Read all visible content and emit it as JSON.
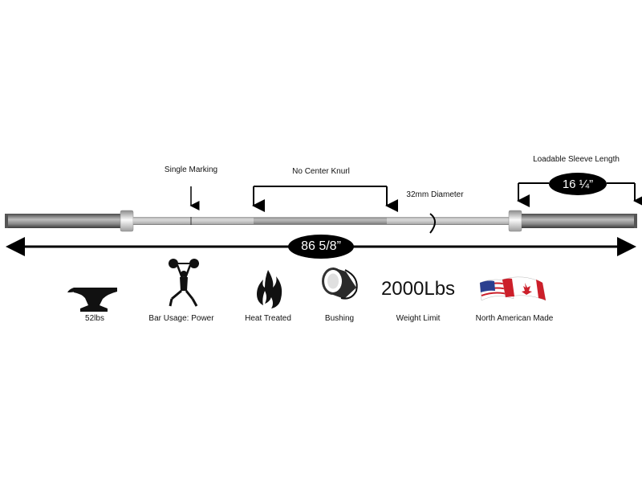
{
  "annotations": {
    "single_marking": "Single Marking",
    "no_center_knurl": "No Center Knurl",
    "diameter": "32mm Diameter",
    "sleeve_length_label": "Loadable Sleeve Length",
    "sleeve_length_value": "16 ¼”",
    "total_length_value": "86 5/8”"
  },
  "features": [
    {
      "icon": "anvil-icon",
      "label": "52lbs"
    },
    {
      "icon": "weightlifter-icon",
      "label": "Bar Usage: Power"
    },
    {
      "icon": "flame-icon",
      "label": "Heat Treated"
    },
    {
      "icon": "bushing-icon",
      "label": "Bushing"
    },
    {
      "icon": "weight-limit-text",
      "value": "2000Lbs",
      "label": "Weight Limit"
    },
    {
      "icon": "us-canada-flag-icon",
      "label": "North American Made"
    }
  ],
  "colors": {
    "ink": "#000000",
    "chrome_light": "#e6e6e6",
    "chrome_dark": "#7a7a7a",
    "flag_red": "#cc1f2a",
    "flag_blue": "#2a3f8f"
  }
}
